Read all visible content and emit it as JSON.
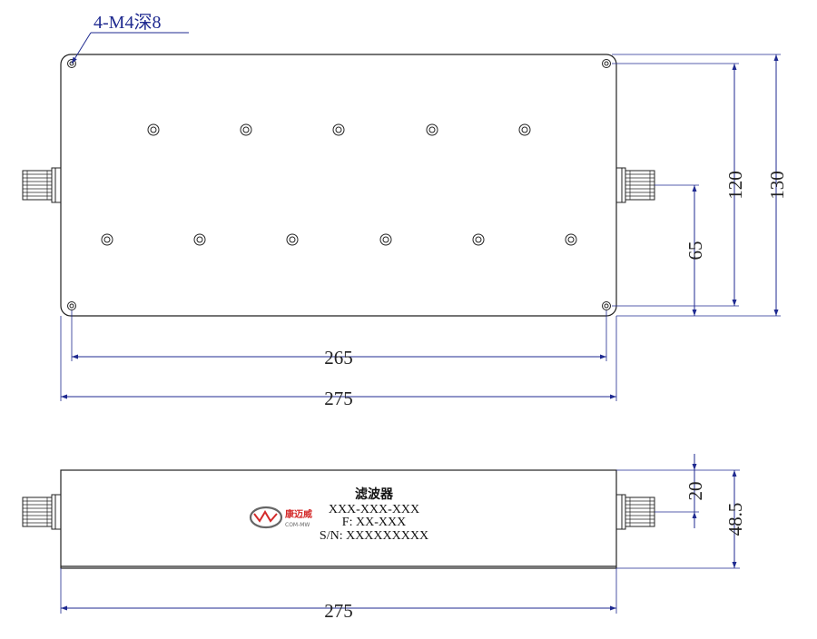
{
  "callout": {
    "text": "4-M4深8"
  },
  "top_view": {
    "dims": {
      "inner_width": "265",
      "outer_width": "275",
      "height_inner": "120",
      "height_outer": "130",
      "connector_offset": "65"
    }
  },
  "side_view": {
    "dims": {
      "width": "275",
      "connector_offset": "20",
      "height": "48.5"
    },
    "label": {
      "title": "滤波器",
      "model": "XXX-XXX-XXX",
      "freq": "F: XX-XXX",
      "serial": "S/N: XXXXXXXXX"
    },
    "logo": {
      "text": "康迈威",
      "sub": "COM-MW"
    }
  },
  "colors": {
    "dimension": "#1f2a90",
    "outline": "#222222",
    "logo_red": "#d42a2a",
    "logo_gray": "#666666"
  }
}
